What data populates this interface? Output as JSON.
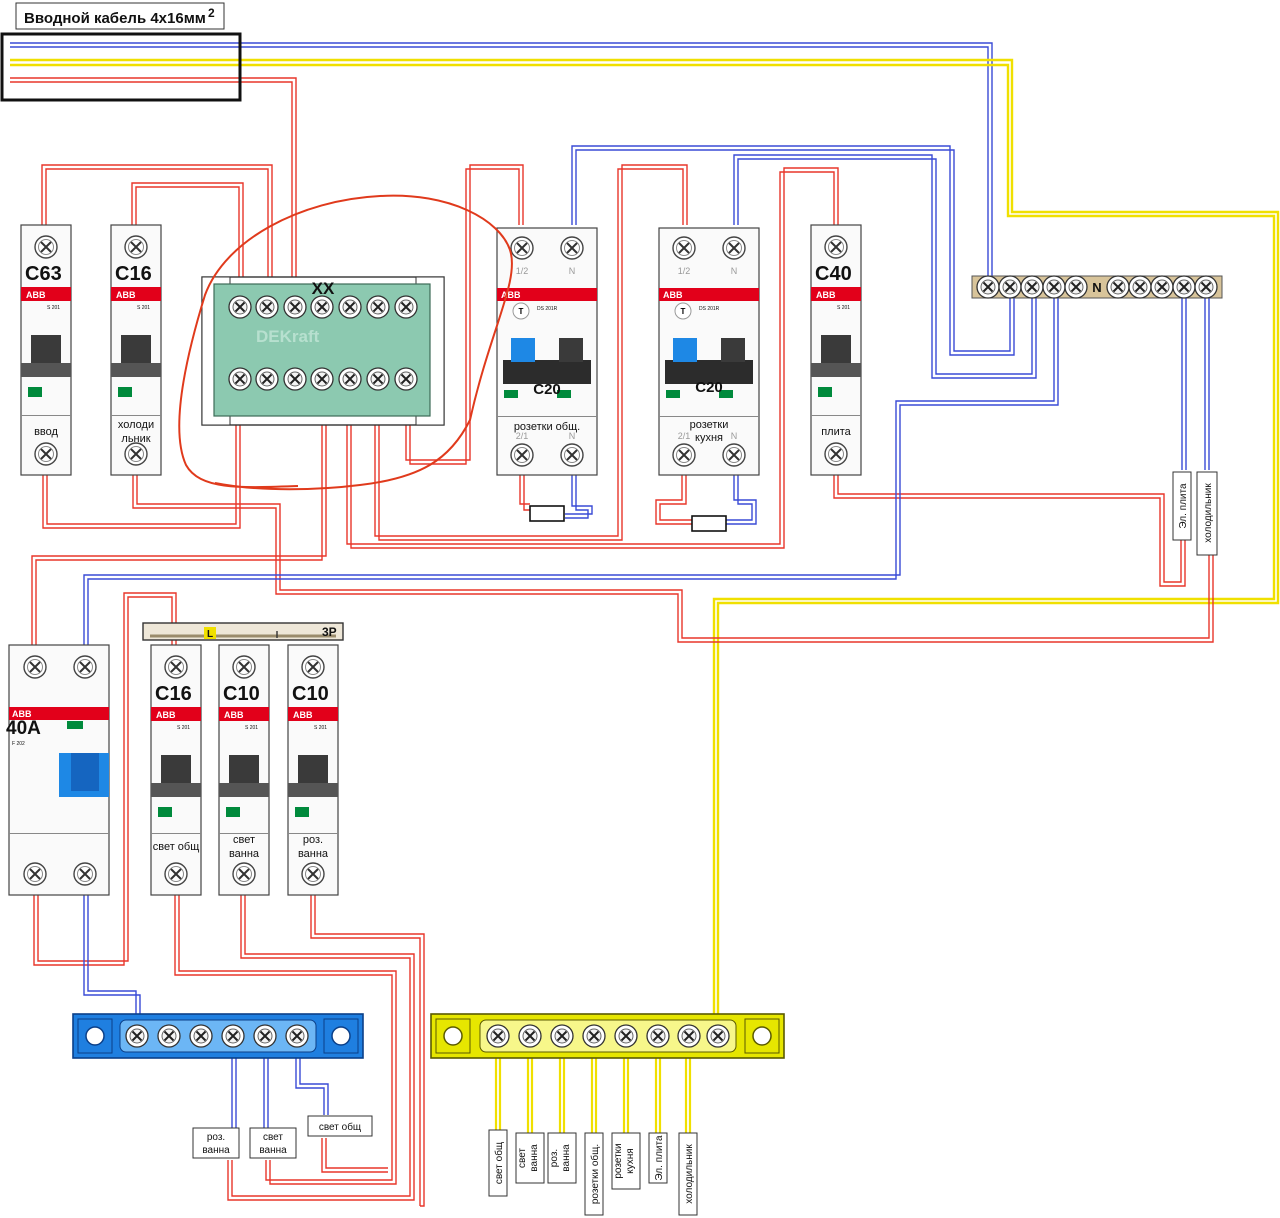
{
  "title": {
    "main": "Вводной кабель 4x16мм",
    "sup": "2"
  },
  "colors": {
    "phase": "#e8362a",
    "neutral": "#3a4bd6",
    "ground": "#f0e000",
    "abb_red": "#e2001a",
    "wago_green": "#8cc9b0"
  },
  "breakers": {
    "c63": {
      "rating": "C63",
      "brand": "ABB",
      "model": "S 201",
      "label": [
        "ввод"
      ]
    },
    "c16_top": {
      "rating": "C16",
      "brand": "ABB",
      "model": "S 201",
      "label": [
        "холоди",
        "льник"
      ]
    },
    "c40": {
      "rating": "C40",
      "brand": "ABB",
      "model": "S 201",
      "label": [
        "плита"
      ]
    },
    "c16_bottom": {
      "rating": "C16",
      "brand": "ABB",
      "model": "S 201",
      "label": [
        "свет общ"
      ]
    },
    "c10_a": {
      "rating": "C10",
      "brand": "ABB",
      "model": "S 201",
      "label": [
        "свет",
        "ванна"
      ]
    },
    "c10_b": {
      "rating": "C10",
      "brand": "ABB",
      "model": "S 201",
      "label": [
        "роз.",
        "ванна"
      ]
    }
  },
  "difs": {
    "d1": {
      "rating": "C20",
      "brand": "ABB",
      "model": "DS 201R",
      "top": [
        "1/2",
        "N"
      ],
      "bottom": [
        "2/1",
        "N"
      ],
      "label": [
        "розетки общ."
      ],
      "test": "T"
    },
    "d2": {
      "rating": "C20",
      "brand": "ABB",
      "model": "DS 201R",
      "top": [
        "1/2",
        "N"
      ],
      "bottom": [
        "2/1",
        "N"
      ],
      "label": [
        "розетки",
        "кухня"
      ],
      "test": "T"
    }
  },
  "rcd": {
    "rating": "40A",
    "brand": "ABB",
    "model": "F 202"
  },
  "terminal": {
    "title": "XX",
    "brand": "DEKraft"
  },
  "nbar_top": {
    "label": "N"
  },
  "comb": {
    "l": "L",
    "p": "3P"
  },
  "tags_right": [
    "Эл. плита",
    "холодильник"
  ],
  "tags_blue": [
    "роз.\nванна",
    "свет\nванна",
    "свет общ"
  ],
  "tags_yellow": [
    "свет общ",
    "свет\nванна",
    "роз.\nванна",
    "розетки общ.",
    "розетки\nкухня",
    "Эл. плита",
    "холодильник"
  ]
}
